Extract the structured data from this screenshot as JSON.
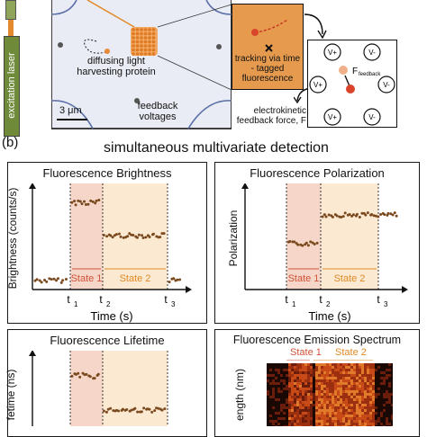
{
  "colors": {
    "state1_fill": "#f6d6c8",
    "state2_fill": "#fbe9d2",
    "state1_text": "#d0533a",
    "state2_text": "#e08a25",
    "dots": "#7a4a1e",
    "laser_orange": "#e3892b",
    "laser_green": "#6f8b3a",
    "electrode_blue": "#5a6fa8",
    "protein_orange": "#e8893a"
  },
  "panel_a": {
    "laser_label": "excitation laser",
    "diffusing_label": "diffusing light harvesting protein",
    "feedback_label": "feedback voltages",
    "scale_label": "3 μm",
    "tracking_label": "tracking via time - tagged fluorescence",
    "electrokinetic_label": "electrokinetic feedback force, F",
    "voltages": [
      "V+",
      "V-",
      "V+",
      "V-",
      "V+",
      "V-"
    ],
    "feedback_force_label": "F",
    "feedback_force_sub": "feedback"
  },
  "panel_b": {
    "letter": "(b)",
    "heading": "simultaneous multivariate detection",
    "brightness": {
      "title": "Fluorescence Brightness",
      "ylabel": "Brightness (counts/s)",
      "xlabel": "Time (s)",
      "ticks": [
        "t",
        "t",
        "t"
      ],
      "tick_subs": [
        "1",
        "2",
        "3"
      ],
      "state1": "State 1",
      "state2": "State 2"
    },
    "polarization": {
      "title": "Fluorescence Polarization",
      "ylabel": "Polarization",
      "xlabel": "Time (s)",
      "ticks": [
        "t",
        "t",
        "t"
      ],
      "tick_subs": [
        "1",
        "2",
        "3"
      ],
      "state1": "State 1",
      "state2": "State 2"
    },
    "lifetime": {
      "title": "Fluorescence Lifetime",
      "ylabel": "fetime (ns)"
    },
    "spectrum": {
      "title": "Fluorescence Emission Spectrum",
      "ylabel": "ength (nm)",
      "state1": "State 1",
      "state2": "State 2"
    }
  }
}
